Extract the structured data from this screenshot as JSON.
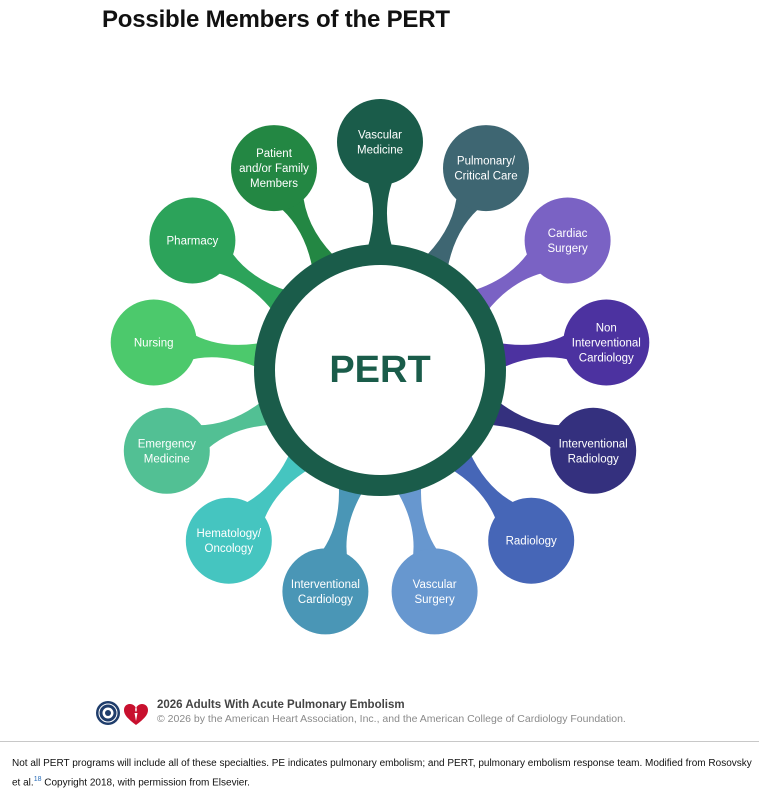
{
  "title": "Possible Members of the PERT",
  "hub": {
    "label": "PERT",
    "ring_color": "#1a5c4a",
    "text_color": "#1a5c4a"
  },
  "members": [
    {
      "lines": [
        "Vascular",
        "Medicine"
      ],
      "color": "#1a5c4a"
    },
    {
      "lines": [
        "Pulmonary/",
        "Critical Care"
      ],
      "color": "#3e6672"
    },
    {
      "lines": [
        "Cardiac",
        "Surgery"
      ],
      "color": "#7a62c4"
    },
    {
      "lines": [
        "Non",
        "Interventional",
        "Cardiology"
      ],
      "color": "#4c32a0"
    },
    {
      "lines": [
        "Interventional",
        "Radiology"
      ],
      "color": "#34307e"
    },
    {
      "lines": [
        "Radiology"
      ],
      "color": "#4666b7"
    },
    {
      "lines": [
        "Vascular",
        "Surgery"
      ],
      "color": "#6797cf"
    },
    {
      "lines": [
        "Interventional",
        "Cardiology"
      ],
      "color": "#4a96b6"
    },
    {
      "lines": [
        "Hematology/",
        "Oncology"
      ],
      "color": "#45c5c0"
    },
    {
      "lines": [
        "Emergency",
        "Medicine"
      ],
      "color": "#52c094"
    },
    {
      "lines": [
        "Nursing"
      ],
      "color": "#4cc96c"
    },
    {
      "lines": [
        "Pharmacy"
      ],
      "color": "#2ca35a"
    },
    {
      "lines": [
        "Patient",
        "and/or Family",
        "Members"
      ],
      "color": "#238743"
    }
  ],
  "footer": {
    "title": "2026 Adults With Acute Pulmonary Embolism",
    "copyright": "© 2026 by the American Heart Association, Inc., and the American College of Cardiology Foundation."
  },
  "caption": {
    "text_before": "Not all PERT programs will include all of these specialties. PE indicates pulmonary embolism; and PERT, pulmonary embolism response team. Modified from Rosovsky et al.",
    "reference": "18",
    "text_after": " Copyright 2018, with permission from Elsevier."
  }
}
